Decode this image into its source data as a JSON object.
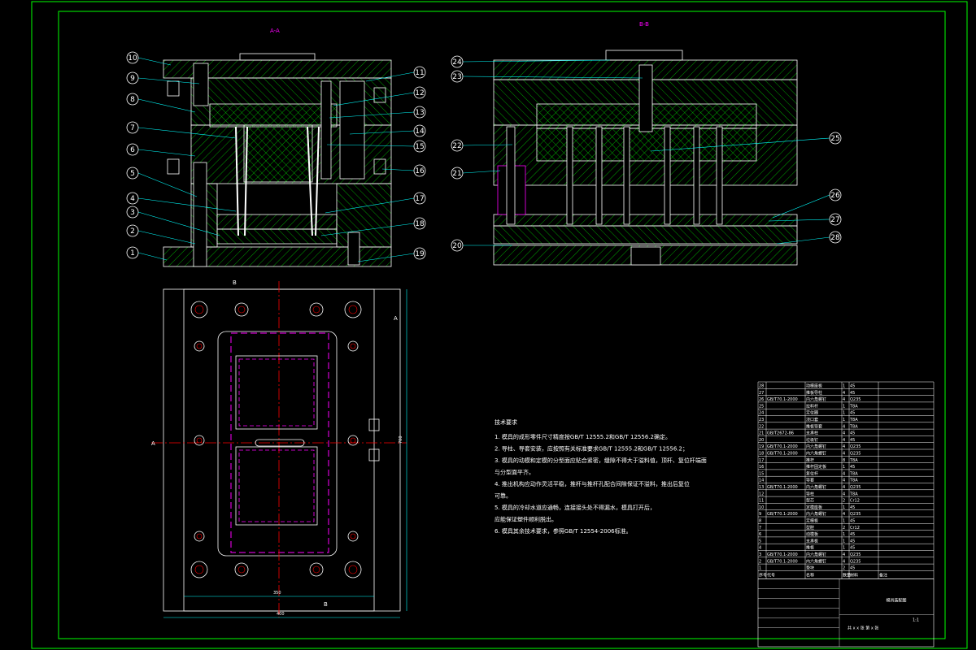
{
  "views": {
    "section_a": "A-A",
    "section_b": "B-B"
  },
  "callouts_left": [
    "10",
    "9",
    "8",
    "7",
    "6",
    "5",
    "4",
    "3",
    "2",
    "1"
  ],
  "callouts_mid": [
    "11",
    "12",
    "13",
    "14",
    "15",
    "16",
    "17",
    "18",
    "19"
  ],
  "callouts_b_left": [
    "24",
    "23",
    "22",
    "21",
    "20"
  ],
  "callouts_b_right": [
    "25",
    "26",
    "27",
    "28"
  ],
  "dimensions": {
    "width_inner": "350",
    "width_outer": "400",
    "height_side": "700"
  },
  "section_marks": {
    "b": "B",
    "a": "A"
  },
  "tech_notes": {
    "title": "技术要求",
    "items": [
      "1. 模具的成形零件尺寸精度按GB/T 12555.2和GB/T 12556.2确定。",
      "2. 导柱、导套安装，应按照有关标准要求GB/T 12555.2和GB/T 12556.2；",
      "3. 模具的动模和定模的分型面应贴合紧密，缝隙不得大于溢料值，顶杆、复位杆端面",
      "   与分型面平齐。",
      "4. 推出机构应动作灵活平稳，推杆与推杆孔配合间隙保证不溢料，推出后复位",
      "   可靠。",
      "5. 模具的冷却水道应通畅，连接接头处不得漏水，模具打开后，",
      "   应能保证塑件顺利脱出。",
      "6. 模具其余技术要求，参照GB/T 12554-2006标准。"
    ]
  },
  "parts_table": {
    "rows": [
      [
        "28",
        "",
        "动模座板",
        "1",
        "45",
        ""
      ],
      [
        "27",
        "",
        "推板导柱",
        "4",
        "45",
        ""
      ],
      [
        "26",
        "GB/T70.1-2000",
        "内六角螺钉",
        "4",
        "Q235",
        ""
      ],
      [
        "25",
        "",
        "拉料杆",
        "1",
        "T8A",
        ""
      ],
      [
        "24",
        "",
        "定位圈",
        "1",
        "45",
        ""
      ],
      [
        "23",
        "",
        "浇口套",
        "1",
        "T8A",
        ""
      ],
      [
        "22",
        "",
        "推板导套",
        "4",
        "T8A",
        ""
      ],
      [
        "21",
        "GB/T2672-86",
        "支承柱",
        "4",
        "45",
        ""
      ],
      [
        "20",
        "",
        "垃圾钉",
        "4",
        "45",
        ""
      ],
      [
        "19",
        "GB/T70.1-2000",
        "内六角螺钉",
        "4",
        "Q235",
        ""
      ],
      [
        "18",
        "GB/T70.1-2000",
        "内六角螺钉",
        "4",
        "Q235",
        ""
      ],
      [
        "17",
        "",
        "推杆",
        "8",
        "T8A",
        ""
      ],
      [
        "16",
        "",
        "推杆固定板",
        "1",
        "45",
        ""
      ],
      [
        "15",
        "",
        "复位杆",
        "4",
        "T8A",
        ""
      ],
      [
        "14",
        "",
        "导套",
        "4",
        "T8A",
        ""
      ],
      [
        "13",
        "GB/T70.1-2000",
        "内六角螺钉",
        "4",
        "Q235",
        ""
      ],
      [
        "12",
        "",
        "导柱",
        "4",
        "T8A",
        ""
      ],
      [
        "11",
        "",
        "型芯",
        "2",
        "Cr12",
        ""
      ],
      [
        "10",
        "",
        "定模座板",
        "1",
        "45",
        ""
      ],
      [
        "9",
        "GB/T70.1-2000",
        "内六角螺钉",
        "4",
        "Q235",
        ""
      ],
      [
        "8",
        "",
        "定模板",
        "1",
        "45",
        ""
      ],
      [
        "7",
        "",
        "型腔",
        "2",
        "Cr12",
        ""
      ],
      [
        "6",
        "",
        "动模板",
        "1",
        "45",
        ""
      ],
      [
        "5",
        "",
        "支承板",
        "1",
        "45",
        ""
      ],
      [
        "4",
        "",
        "推板",
        "1",
        "45",
        ""
      ],
      [
        "3",
        "GB/T70.1-2000",
        "内六角螺钉",
        "4",
        "Q235",
        ""
      ],
      [
        "2",
        "GB/T70.1-2000",
        "内六角螺钉",
        "4",
        "Q235",
        ""
      ],
      [
        "1",
        "",
        "垫块",
        "2",
        "45",
        ""
      ]
    ],
    "header": [
      "序号",
      "代号",
      "名称",
      "数量",
      "材料",
      "备注"
    ],
    "title_block": {
      "drawing_title": "模具装配图",
      "sheet_info": "共 x x 张  第 x 张",
      "scale": "1:1"
    }
  },
  "colors": {
    "frame": "#00ff00",
    "hatch": "#00ff00",
    "outline": "#ffffff",
    "centerline": "#ff0000",
    "hidden": "#ff00ff",
    "title_a": "#ff00ff",
    "leader": "#00ffff",
    "accent": "#ffff00"
  }
}
